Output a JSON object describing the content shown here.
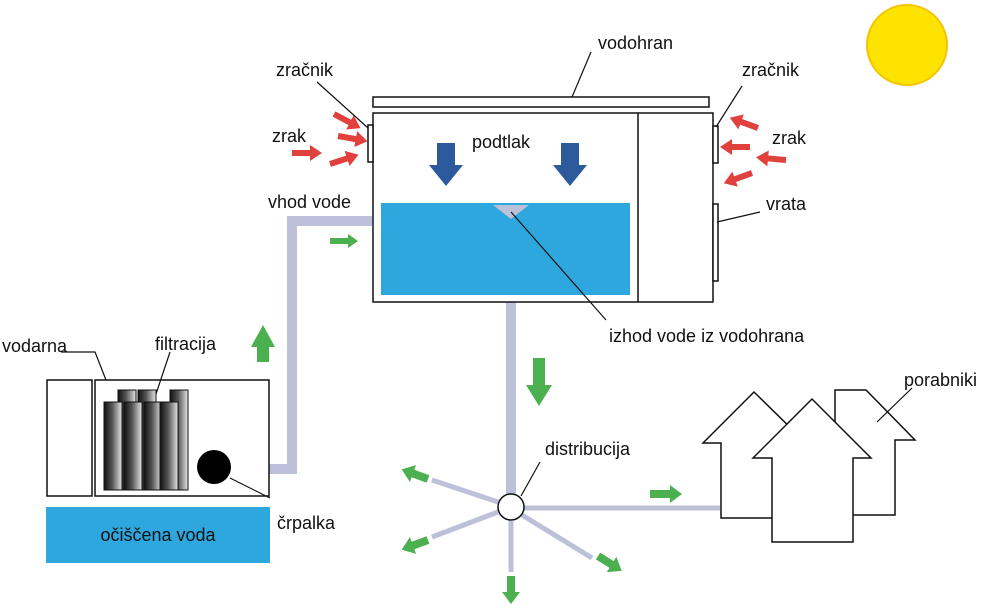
{
  "labels": {
    "vodohran": "vodohran",
    "zracnik_left": "zračnik",
    "zracnik_right": "zračnik",
    "zrak_left": "zrak",
    "zrak_right": "zrak",
    "podtlak": "podtlak",
    "vrata": "vrata",
    "vhod_vode": "vhod vode",
    "izhod_vode": "izhod vode iz vodohrana",
    "vodarna": "vodarna",
    "filtracija": "filtracija",
    "crpalka": "črpalka",
    "ocisena_voda": "očiščena voda",
    "distribucija": "distribucija",
    "porabniki": "porabniki"
  },
  "colors": {
    "water": "#2ea7df",
    "pipe": "#bcc0d8",
    "air_arrow": "#e0413d",
    "flow_arrow": "#4caf50",
    "pressure_arrow": "#2d5a9c",
    "sun": "#fce400",
    "outline": "#111111"
  },
  "icons": {
    "sun": "sun-icon",
    "pump": "pump-icon",
    "filter": "filter-cartridges-icon",
    "house": "house-icon"
  }
}
